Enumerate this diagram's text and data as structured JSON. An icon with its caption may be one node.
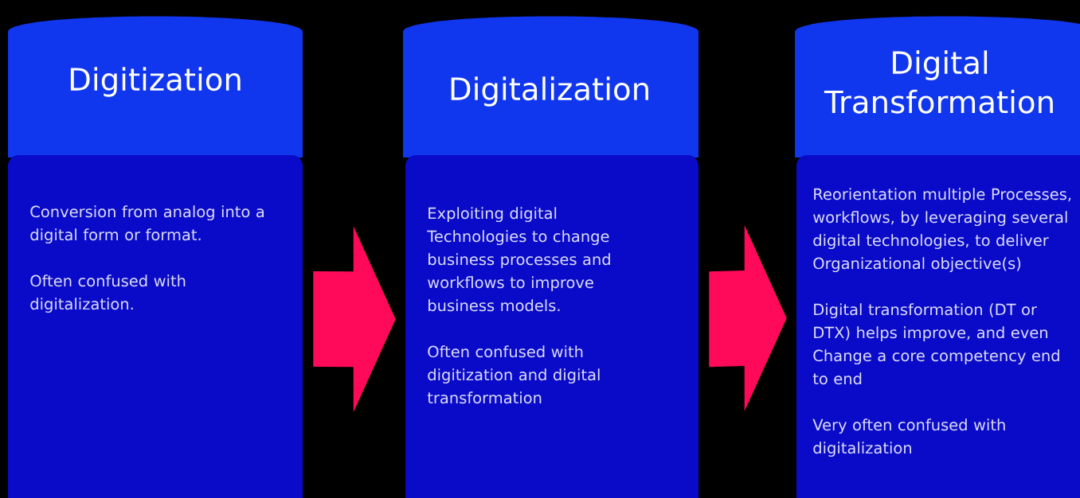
{
  "diagram": {
    "nodes": [
      {
        "text": [
          "Digitization"
        ]
      },
      {
        "text": [
          "Conversion from analog into a digital form or format.",
          "Often confused with digitalization."
        ]
      },
      {
        "text": [
          "Digitalization"
        ]
      },
      {
        "text": [
          "Exploiting digital Technologies to change business processes and workflows to improve business models.",
          "Often confused with digitization and digital transformation"
        ]
      },
      {
        "text": [
          "Digital Transformation"
        ]
      },
      {
        "text": [
          "Reorientation multiple Processes, workflows, by leveraging several digital technologies, to deliver Organizational objective(s)",
          "Digital transformation (DT or DTX) helps improve, and even Change a core competency end to end",
          "Very often confused with digitalization"
        ]
      }
    ],
    "edges": [
      {
        "from": 1,
        "to": 3,
        "arrow": "to"
      },
      {
        "from": 3,
        "to": 5,
        "arrow": "to"
      }
    ]
  }
}
